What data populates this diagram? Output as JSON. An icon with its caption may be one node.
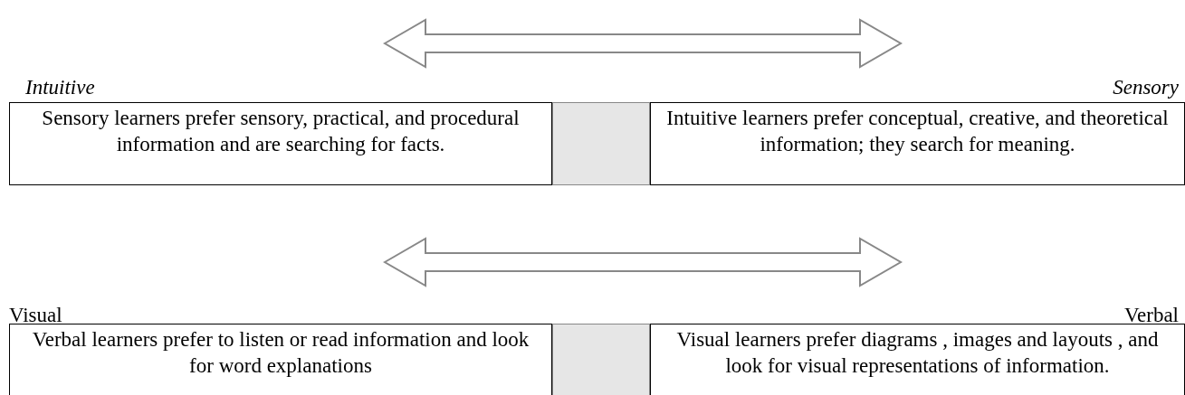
{
  "diagram": {
    "nodes": [
      {
        "text": [
          "Intuitive"
        ]
      },
      {
        "text": [
          "Sensory"
        ]
      },
      {
        "text": [
          "Sensory learners prefer sensory, practical, and procedural information and are searching for facts."
        ]
      },
      {
        "text": [],
        "shape": "box"
      },
      {
        "text": [
          "Intuitive learners prefer conceptual, creative, and theoretical information; they search for meaning."
        ]
      },
      {
        "text": [
          "Visual"
        ]
      },
      {
        "text": [
          "Verbal"
        ]
      },
      {
        "text": [
          "Verbal learners prefer to listen or read information and look for word explanations"
        ]
      },
      {
        "text": [],
        "shape": "box"
      },
      {
        "text": [
          "Visual learners prefer diagrams , images and layouts , and look for visual representations of information."
        ]
      }
    ]
  }
}
